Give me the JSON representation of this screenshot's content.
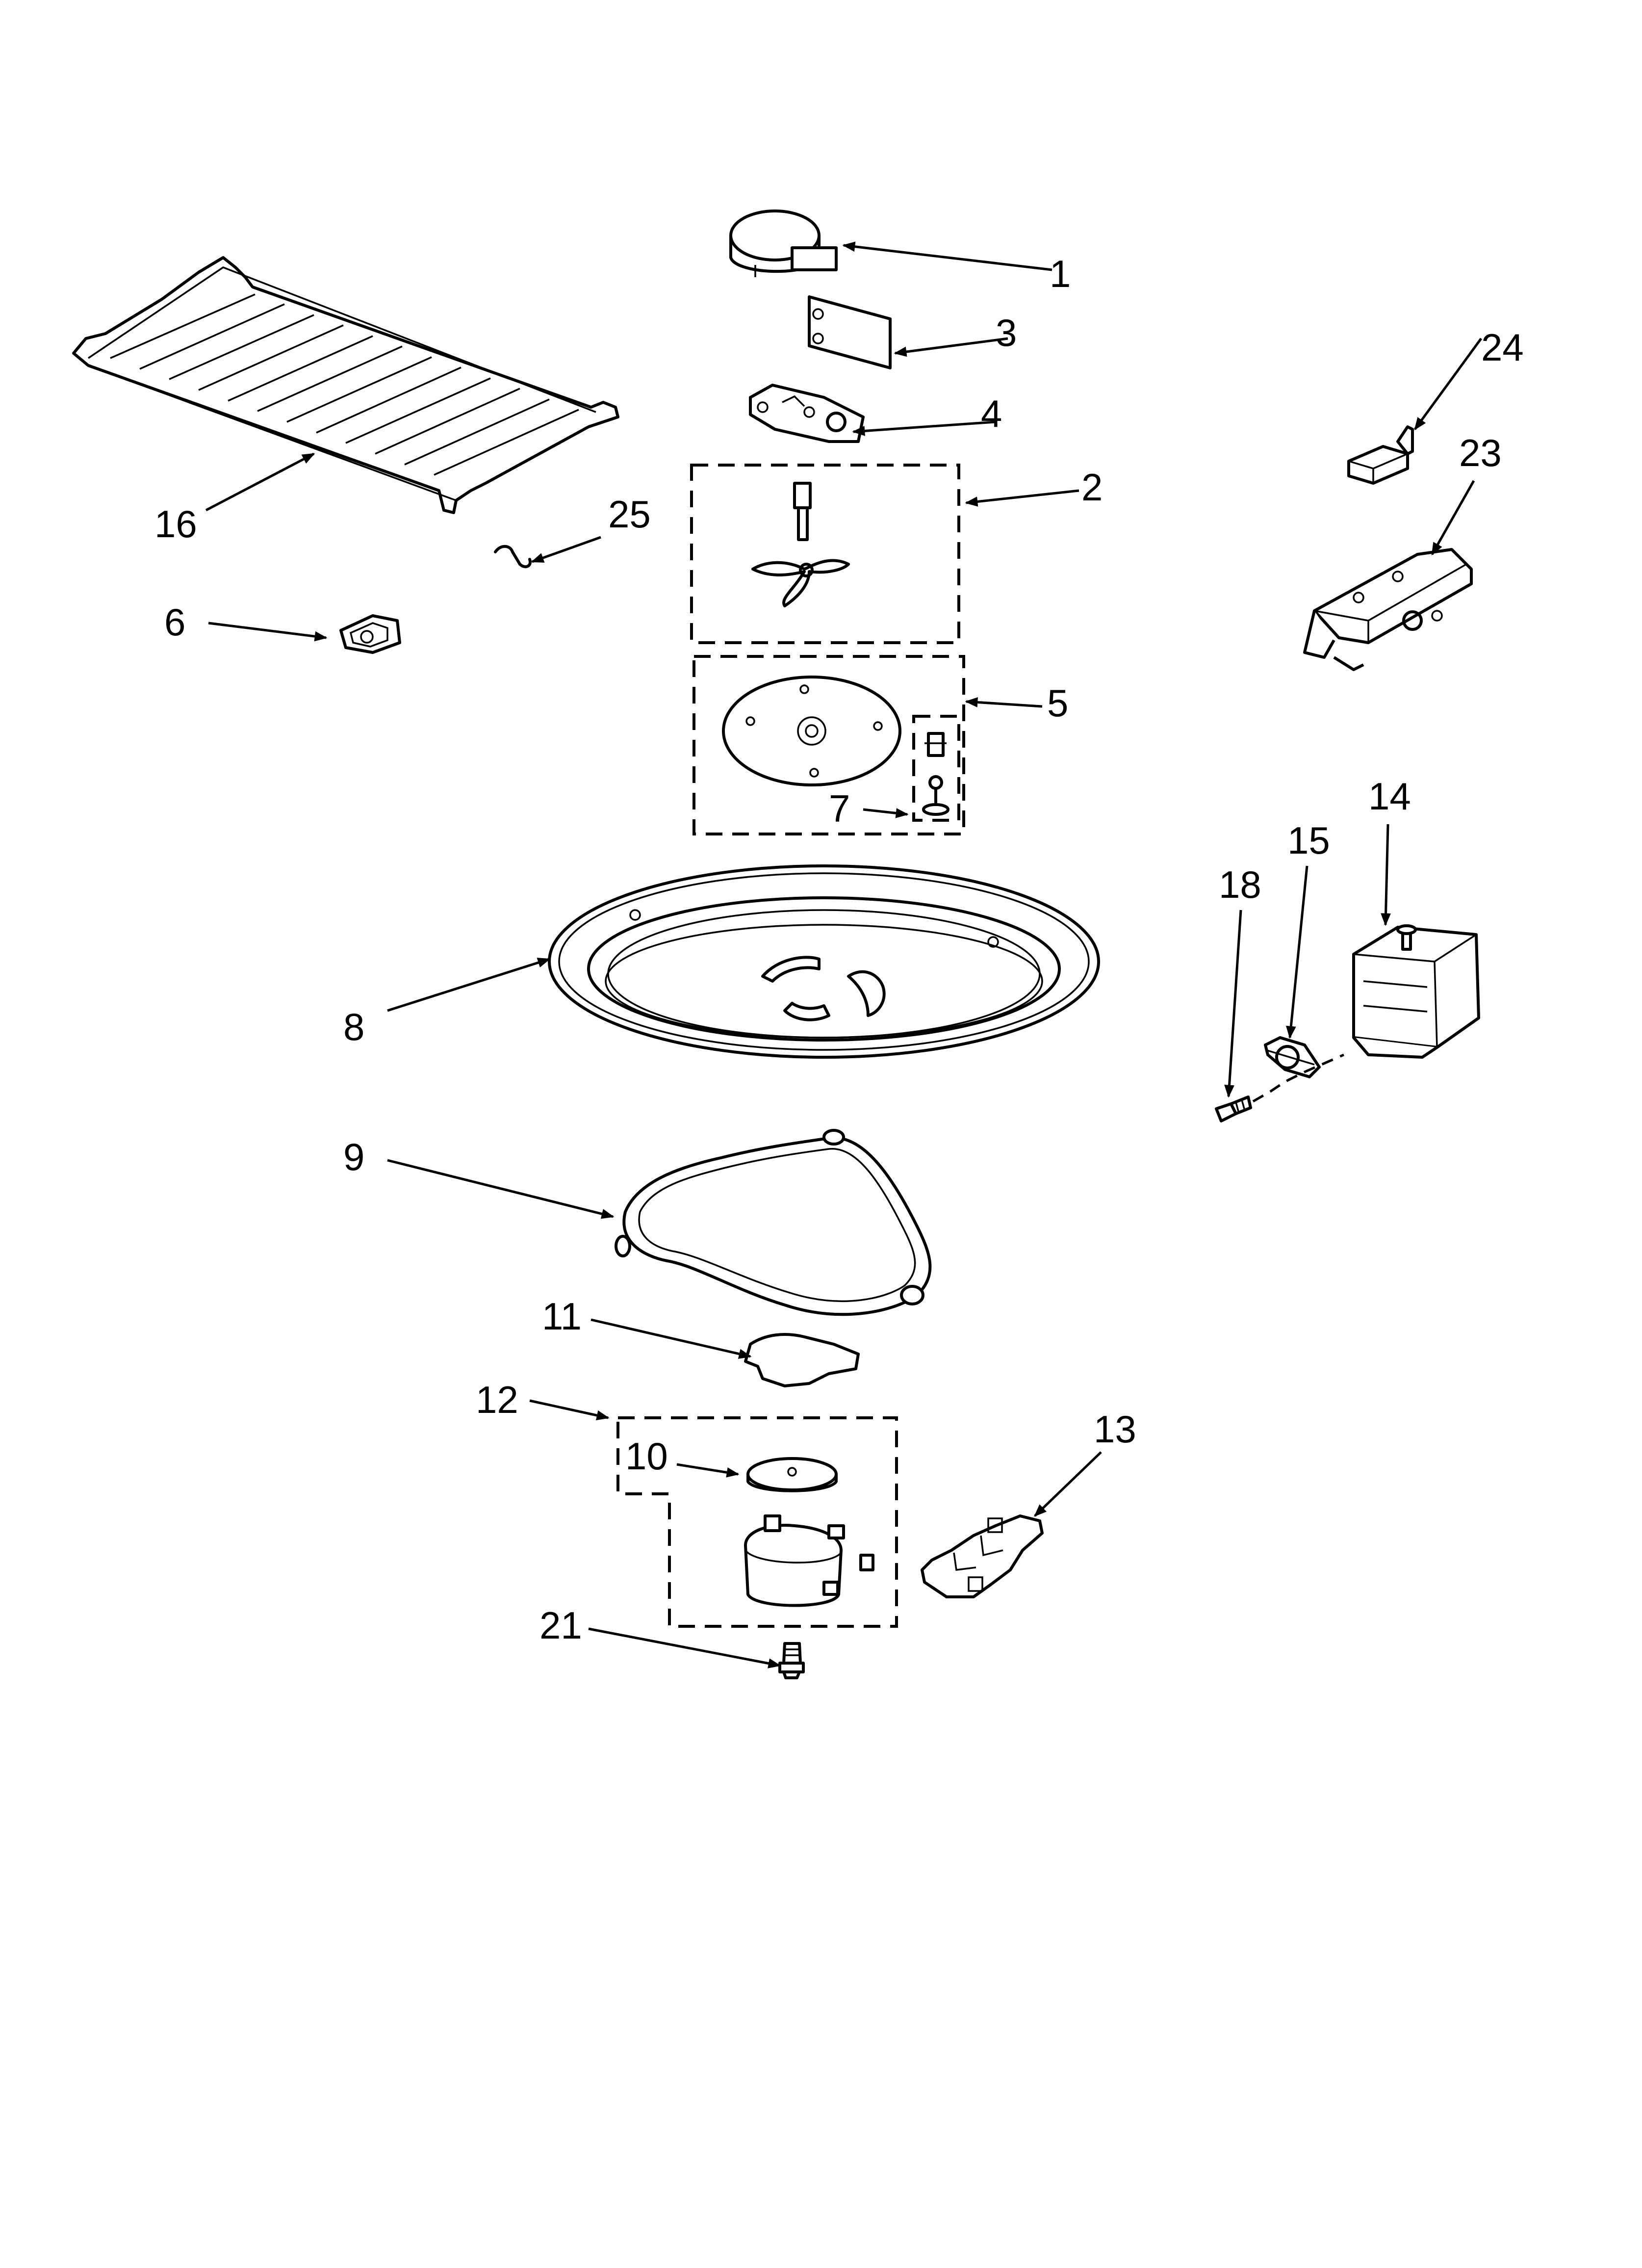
{
  "diagram": {
    "labels": [
      "1",
      "2",
      "3",
      "4",
      "5",
      "6",
      "7",
      "8",
      "9",
      "10",
      "11",
      "12",
      "13",
      "14",
      "15",
      "16",
      "18",
      "21",
      "23",
      "24",
      "25"
    ]
  }
}
